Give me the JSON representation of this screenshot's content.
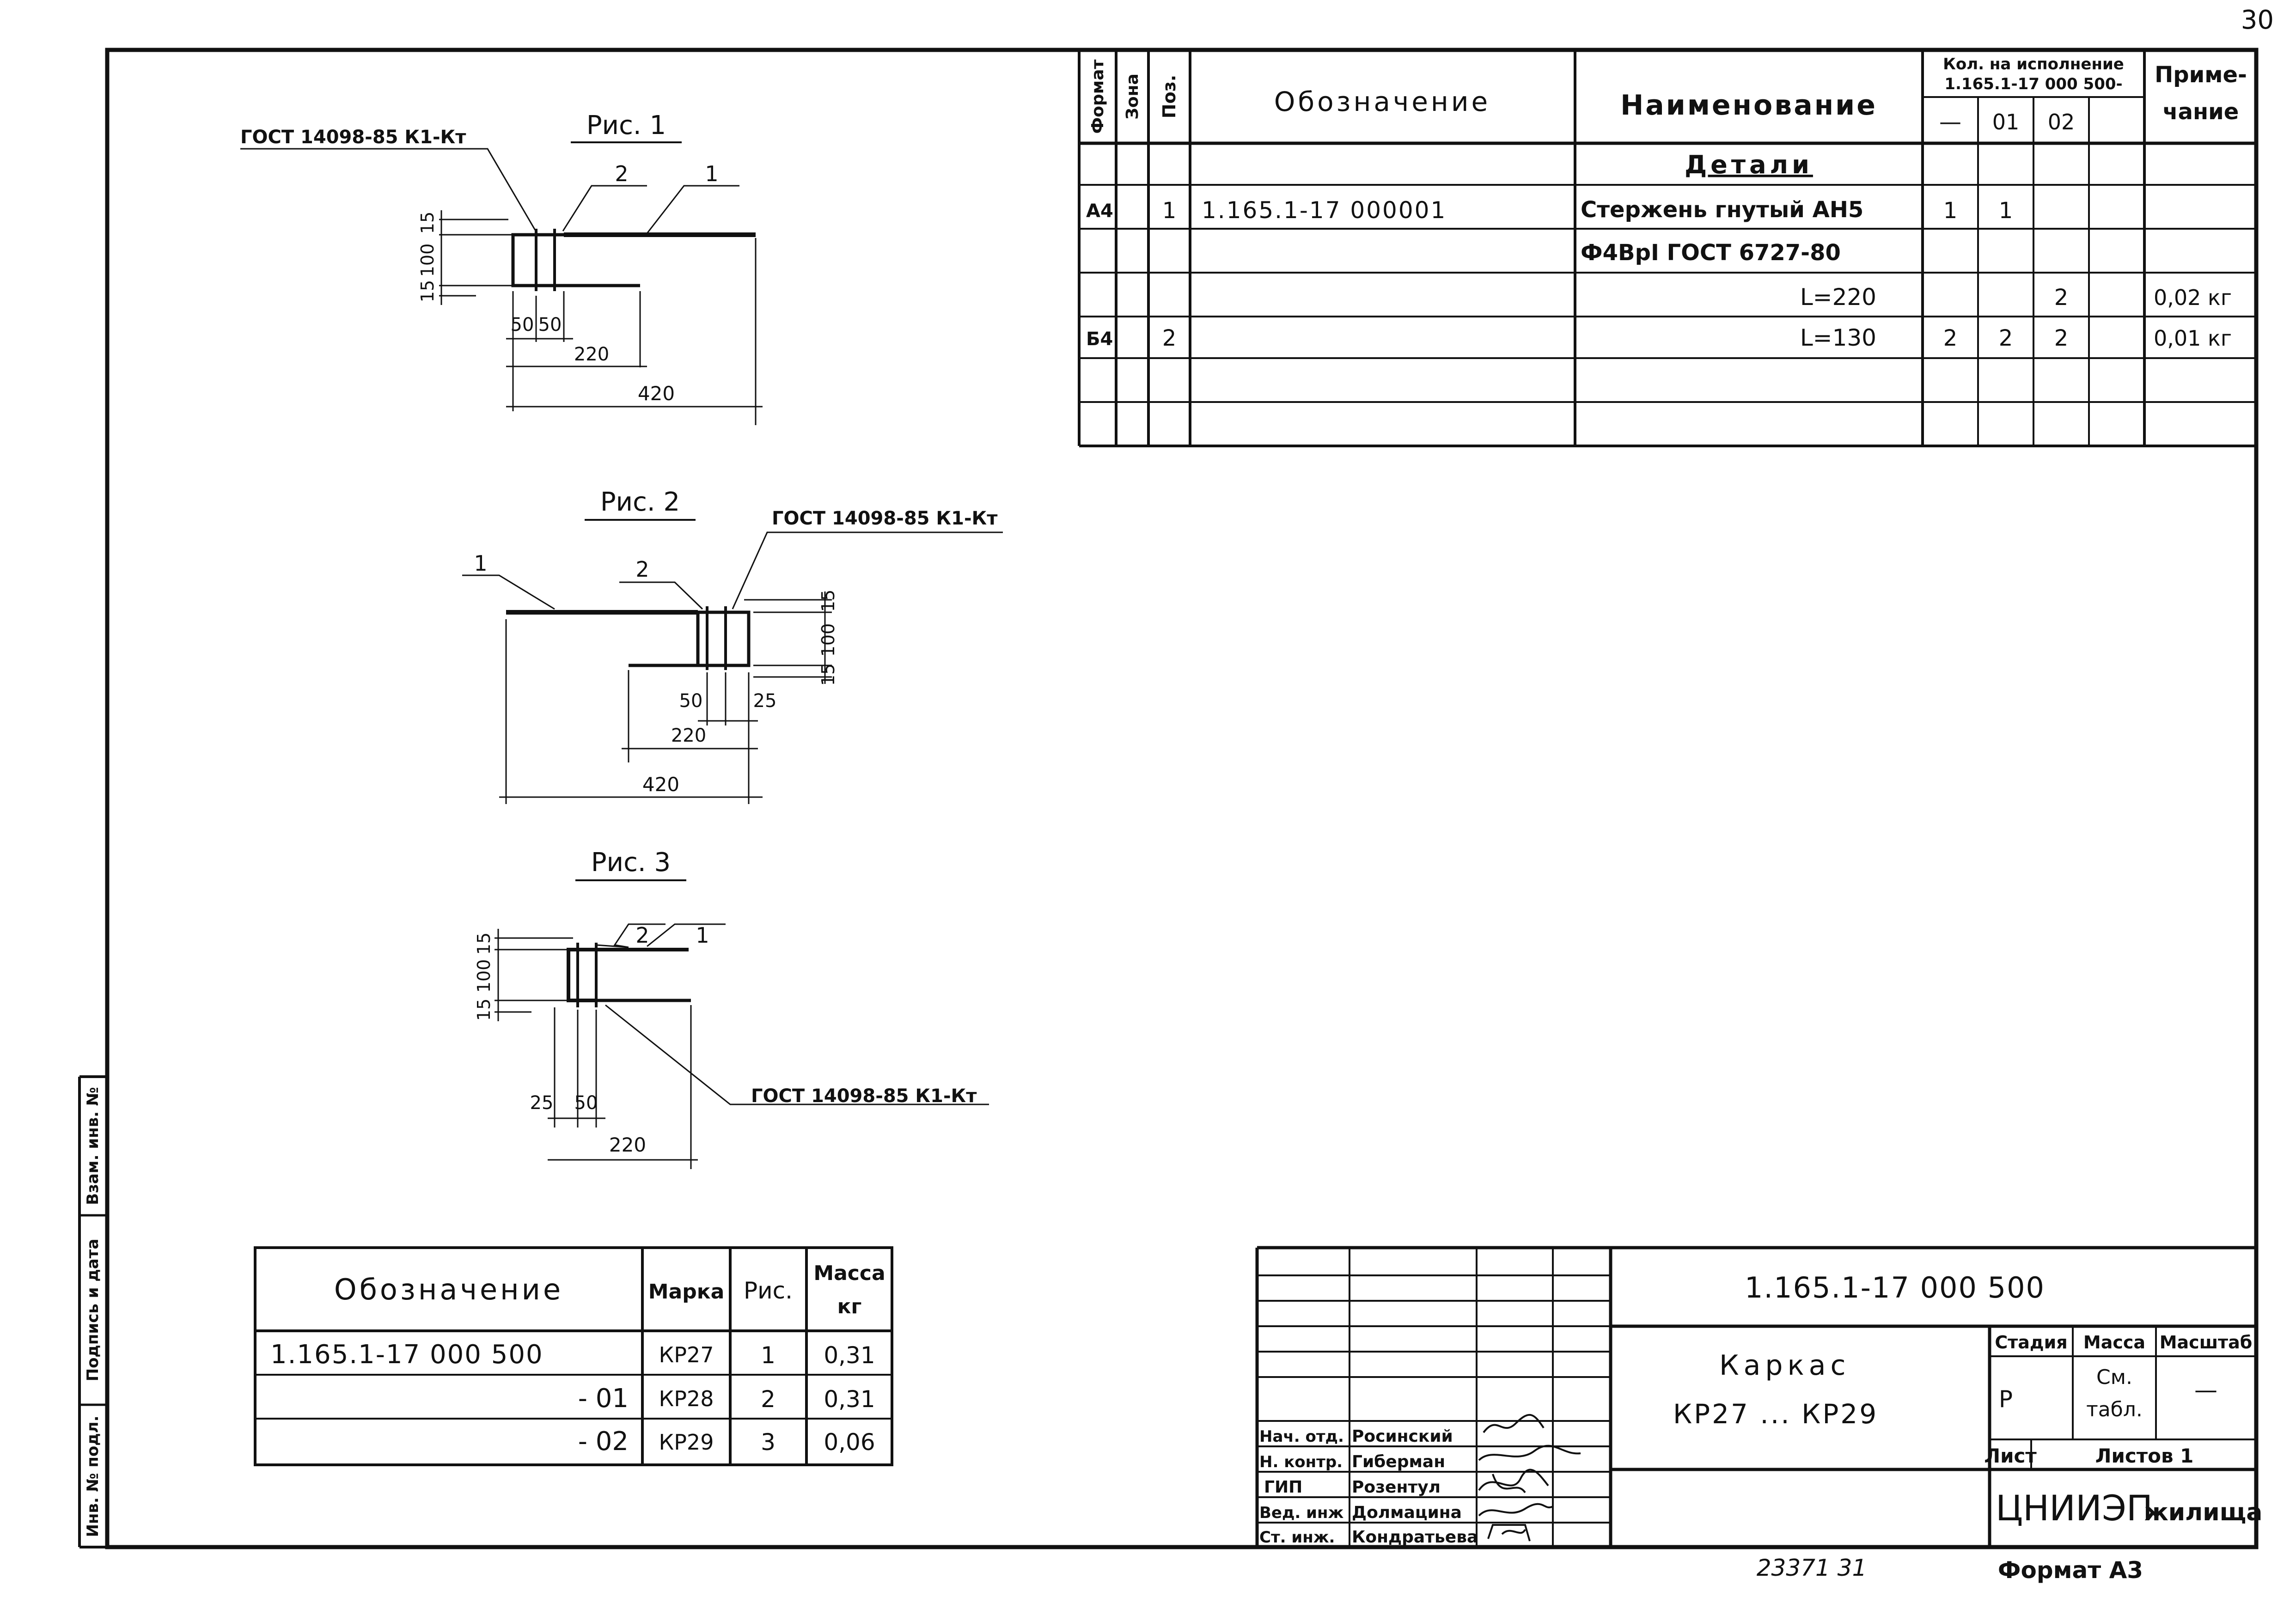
{
  "page_number": "30",
  "spec_header": {
    "format": "Формат",
    "zone": "Зона",
    "pos": "Поз.",
    "designation": "Обозначение",
    "name": "Наименование",
    "qty_title_1": "Кол. на исполнение",
    "qty_title_2": "1.165.1-17 000 500-",
    "qty_cols": [
      "—",
      "01",
      "02",
      ""
    ],
    "note_1": "Приме-",
    "note_2": "чание"
  },
  "spec_section": "Детали",
  "spec_rows": [
    {
      "format": "А4",
      "pos": "1",
      "designation": "1.165.1-17 000001",
      "name": "Стержень гнутый АН5",
      "q0": "1",
      "q1": "1",
      "q2": "",
      "note": ""
    },
    {
      "format": "",
      "pos": "",
      "designation": "",
      "name": "Ф4ВрI ГОСТ 6727-80",
      "q0": "",
      "q1": "",
      "q2": "",
      "note": ""
    },
    {
      "format": "",
      "pos": "",
      "designation": "",
      "name": "L=220",
      "q0": "",
      "q1": "",
      "q2": "2",
      "note": "0,02 кг"
    },
    {
      "format": "Б4",
      "pos": "2",
      "designation": "",
      "name": "L=130",
      "q0": "2",
      "q1": "2",
      "q2": "2",
      "note": "0,01 кг"
    }
  ],
  "figures": {
    "fig1": {
      "title": "Рис. 1",
      "weld": "ГОСТ 14098-85 К1-Кт",
      "callouts": [
        "2",
        "1"
      ],
      "dims": {
        "top": "15",
        "mid": "100",
        "bot": "15",
        "a": "50",
        "b": "50",
        "c": "220",
        "d": "420"
      }
    },
    "fig2": {
      "title": "Рис. 2",
      "weld": "ГОСТ 14098-85 К1-Кт",
      "callouts": [
        "1",
        "2"
      ],
      "dims": {
        "top": "15",
        "mid": "100",
        "bot": "15",
        "a": "50",
        "b": "25",
        "c": "220",
        "d": "420"
      }
    },
    "fig3": {
      "title": "Рис. 3",
      "weld": "ГОСТ 14098-85 К1-Кт",
      "callouts": [
        "2",
        "1"
      ],
      "dims": {
        "top": "15",
        "mid": "100",
        "bot": "15",
        "a": "25",
        "b": "50",
        "c": "220"
      }
    }
  },
  "variants": {
    "headers": {
      "designation": "Обозначение",
      "mark": "Марка",
      "fig": "Рис.",
      "mass_1": "Масса",
      "mass_2": "кг"
    },
    "rows": [
      {
        "designation": "1.165.1-17 000 500",
        "mark": "КР27",
        "fig": "1",
        "mass": "0,31"
      },
      {
        "designation": "- 01",
        "mark": "КР28",
        "fig": "2",
        "mass": "0,31"
      },
      {
        "designation": "- 02",
        "mark": "КР29",
        "fig": "3",
        "mass": "0,06"
      }
    ]
  },
  "left_strip": [
    "Инв. № подл.",
    "Подпись и дата",
    "Взам. инв. №"
  ],
  "title_block": {
    "doc_code": "1.165.1-17 000 500",
    "name_1": "Каркас",
    "name_2": "КР27 ... КР29",
    "stage_label": "Стадия",
    "mass_label": "Масса",
    "scale_label": "Масштаб",
    "stage": "Р",
    "mass_1": "См.",
    "mass_2": "табл.",
    "scale": "—",
    "sheet_label": "Лист",
    "sheets_label": "Листов 1",
    "org_1": "ЦНИИЭП",
    "org_2": "жилища",
    "signers": [
      {
        "role": "Нач. отд.",
        "name": "Росинский"
      },
      {
        "role": "Н. контр.",
        "name": "Гиберман"
      },
      {
        "role": "ГИП",
        "name": "Розентул"
      },
      {
        "role": "Вед. инж",
        "name": "Долмацина"
      },
      {
        "role": "Ст. инж.",
        "name": "Кондратьева"
      }
    ]
  },
  "bottom_number": "23371 31",
  "format_label": "Формат А3"
}
